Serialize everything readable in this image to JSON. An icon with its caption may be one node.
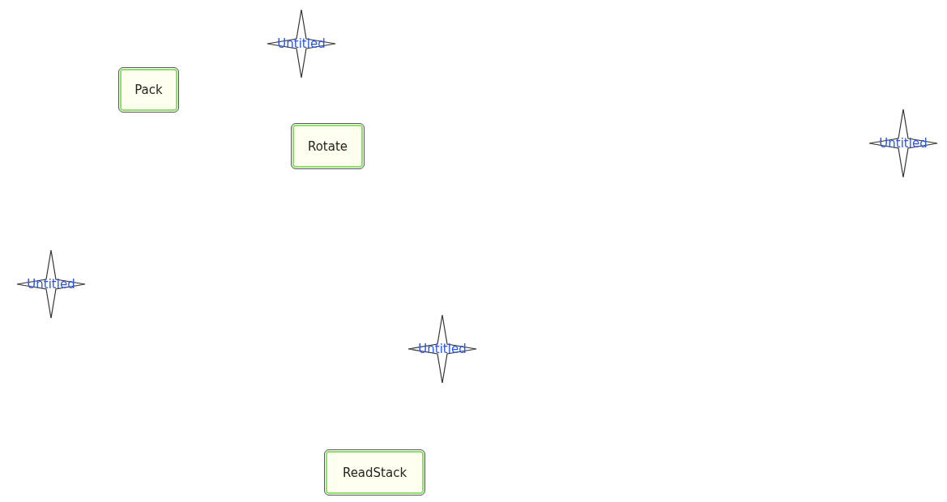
{
  "diagram": {
    "nodes": [
      {
        "text": [
          "Untitled"
        ]
      },
      {
        "text": [
          "Pack"
        ]
      },
      {
        "text": [
          "Rotate"
        ]
      },
      {
        "text": [
          "Untitled"
        ]
      },
      {
        "text": [
          "Untitled"
        ]
      },
      {
        "text": [
          "Untitled"
        ]
      },
      {
        "text": [
          "ReadStack"
        ]
      }
    ]
  }
}
